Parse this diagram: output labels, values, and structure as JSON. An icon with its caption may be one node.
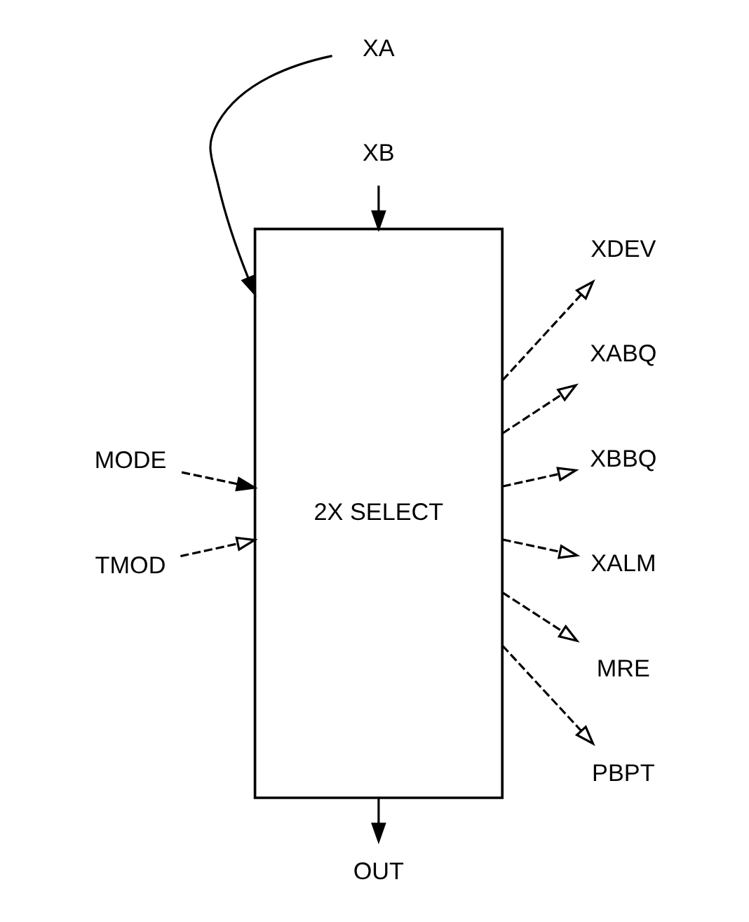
{
  "diagram": {
    "nodes": [
      {
        "text": [
          "XA"
        ]
      },
      {
        "text": [
          "XB"
        ]
      },
      {
        "text": [
          "2X SELECT"
        ]
      },
      {
        "text": [
          "MODE"
        ]
      },
      {
        "text": [
          "TMOD"
        ]
      },
      {
        "text": [
          "XDEV"
        ]
      },
      {
        "text": [
          "XABQ"
        ]
      },
      {
        "text": [
          "XBBQ"
        ]
      },
      {
        "text": [
          "XALM"
        ]
      },
      {
        "text": [
          "MRE"
        ]
      },
      {
        "text": [
          "PBPT"
        ]
      },
      {
        "text": [
          "OUT"
        ]
      }
    ],
    "edges": [
      {
        "from": 0,
        "to": 2,
        "arrow": "to"
      },
      {
        "from": 1,
        "to": 2,
        "arrow": "to"
      },
      {
        "from": 3,
        "to": 2,
        "arrow": "to",
        "style": "dashed"
      },
      {
        "from": 4,
        "to": 2,
        "arrow": "to",
        "style": "dashed"
      },
      {
        "from": 2,
        "to": 5,
        "arrow": "to",
        "style": "dashed"
      },
      {
        "from": 2,
        "to": 6,
        "arrow": "to",
        "style": "dashed"
      },
      {
        "from": 2,
        "to": 7,
        "arrow": "to",
        "style": "dashed"
      },
      {
        "from": 2,
        "to": 8,
        "arrow": "to",
        "style": "dashed"
      },
      {
        "from": 2,
        "to": 9,
        "arrow": "to",
        "style": "dashed"
      },
      {
        "from": 2,
        "to": 10,
        "arrow": "to",
        "style": "dashed"
      },
      {
        "from": 2,
        "to": 11,
        "arrow": "to"
      }
    ]
  }
}
